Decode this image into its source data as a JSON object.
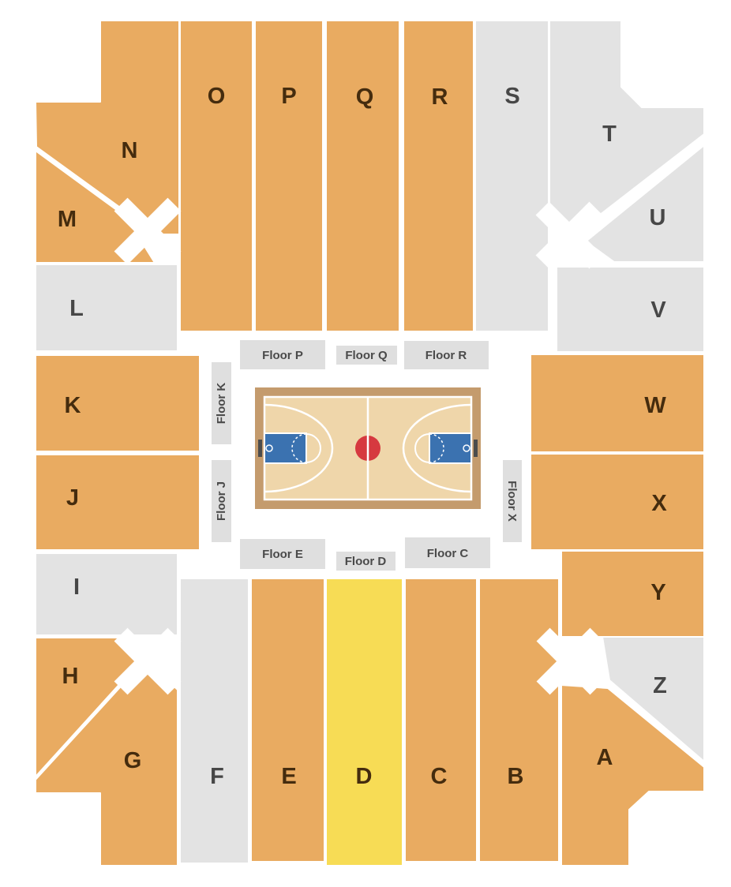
{
  "map": {
    "title": "Arena seating chart with basketball court",
    "highlighted_section": "D",
    "colors": {
      "section_available": "#E9AB61",
      "section_unavailable": "#E3E3E3",
      "section_highlight": "#F7DC55",
      "section_label_dark": "#452C0E",
      "section_label_gray": "#474747",
      "floor_label_box": "#DFDFDF",
      "court_border": "#C49B6D",
      "court_floor": "#EFD6AA",
      "court_paint": "#3B72B0",
      "center_circle": "#D6393F"
    },
    "sections": [
      {
        "id": "A",
        "label": "A"
      },
      {
        "id": "B",
        "label": "B"
      },
      {
        "id": "C",
        "label": "C"
      },
      {
        "id": "D",
        "label": "D"
      },
      {
        "id": "E",
        "label": "E"
      },
      {
        "id": "F",
        "label": "F"
      },
      {
        "id": "G",
        "label": "G"
      },
      {
        "id": "H",
        "label": "H"
      },
      {
        "id": "I",
        "label": "I"
      },
      {
        "id": "J",
        "label": "J"
      },
      {
        "id": "K",
        "label": "K"
      },
      {
        "id": "L",
        "label": "L"
      },
      {
        "id": "M",
        "label": "M"
      },
      {
        "id": "N",
        "label": "N"
      },
      {
        "id": "O",
        "label": "O"
      },
      {
        "id": "P",
        "label": "P"
      },
      {
        "id": "Q",
        "label": "Q"
      },
      {
        "id": "R",
        "label": "R"
      },
      {
        "id": "S",
        "label": "S"
      },
      {
        "id": "T",
        "label": "T"
      },
      {
        "id": "U",
        "label": "U"
      },
      {
        "id": "V",
        "label": "V"
      },
      {
        "id": "W",
        "label": "W"
      },
      {
        "id": "X",
        "label": "X"
      },
      {
        "id": "Y",
        "label": "Y"
      },
      {
        "id": "Z",
        "label": "Z"
      }
    ],
    "floor_sections": [
      {
        "id": "floor-p",
        "label": "Floor P"
      },
      {
        "id": "floor-q",
        "label": "Floor Q"
      },
      {
        "id": "floor-r",
        "label": "Floor R"
      },
      {
        "id": "floor-k",
        "label": "Floor K"
      },
      {
        "id": "floor-j",
        "label": "Floor J"
      },
      {
        "id": "floor-x",
        "label": "Floor X"
      },
      {
        "id": "floor-e",
        "label": "Floor E"
      },
      {
        "id": "floor-d",
        "label": "Floor D"
      },
      {
        "id": "floor-c",
        "label": "Floor C"
      }
    ]
  }
}
